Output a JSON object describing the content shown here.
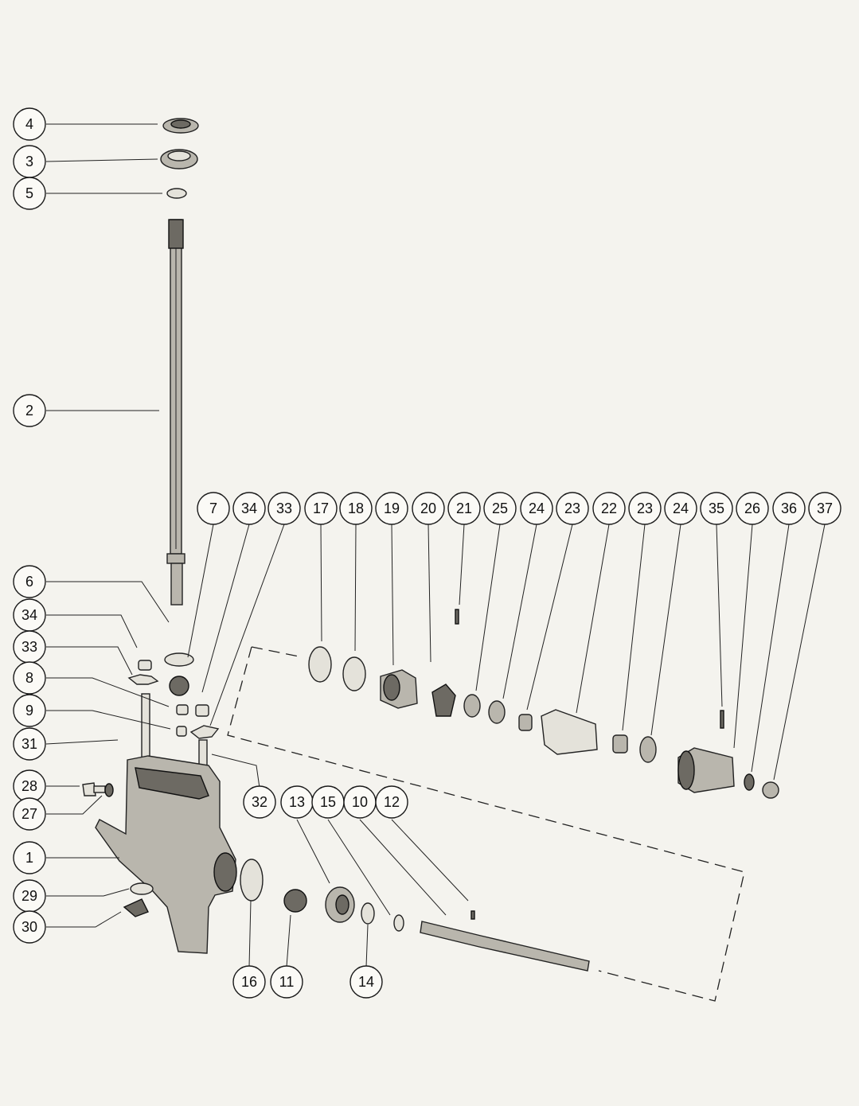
{
  "diagram": {
    "callouts": [
      {
        "id": "c4",
        "label": "4"
      },
      {
        "id": "c3",
        "label": "3"
      },
      {
        "id": "c5",
        "label": "5"
      },
      {
        "id": "c2",
        "label": "2"
      },
      {
        "id": "c6",
        "label": "6"
      },
      {
        "id": "c34a",
        "label": "34"
      },
      {
        "id": "c33a",
        "label": "33"
      },
      {
        "id": "c8",
        "label": "8"
      },
      {
        "id": "c9",
        "label": "9"
      },
      {
        "id": "c31",
        "label": "31"
      },
      {
        "id": "c28",
        "label": "28"
      },
      {
        "id": "c27",
        "label": "27"
      },
      {
        "id": "c1",
        "label": "1"
      },
      {
        "id": "c29",
        "label": "29"
      },
      {
        "id": "c30",
        "label": "30"
      },
      {
        "id": "c7",
        "label": "7"
      },
      {
        "id": "c34b",
        "label": "34"
      },
      {
        "id": "c33b",
        "label": "33"
      },
      {
        "id": "c17",
        "label": "17"
      },
      {
        "id": "c18",
        "label": "18"
      },
      {
        "id": "c19",
        "label": "19"
      },
      {
        "id": "c20",
        "label": "20"
      },
      {
        "id": "c21",
        "label": "21"
      },
      {
        "id": "c25a",
        "label": "25"
      },
      {
        "id": "c24a",
        "label": "24"
      },
      {
        "id": "c23a",
        "label": "23"
      },
      {
        "id": "c22",
        "label": "22"
      },
      {
        "id": "c23b",
        "label": "23"
      },
      {
        "id": "c24b",
        "label": "24"
      },
      {
        "id": "c35",
        "label": "35"
      },
      {
        "id": "c26",
        "label": "26"
      },
      {
        "id": "c36",
        "label": "36"
      },
      {
        "id": "c37",
        "label": "37"
      },
      {
        "id": "c32",
        "label": "32"
      },
      {
        "id": "c13",
        "label": "13"
      },
      {
        "id": "c15",
        "label": "15"
      },
      {
        "id": "c10",
        "label": "10"
      },
      {
        "id": "c12",
        "label": "12"
      },
      {
        "id": "c16",
        "label": "16"
      },
      {
        "id": "c11",
        "label": "11"
      },
      {
        "id": "c14",
        "label": "14"
      }
    ]
  }
}
